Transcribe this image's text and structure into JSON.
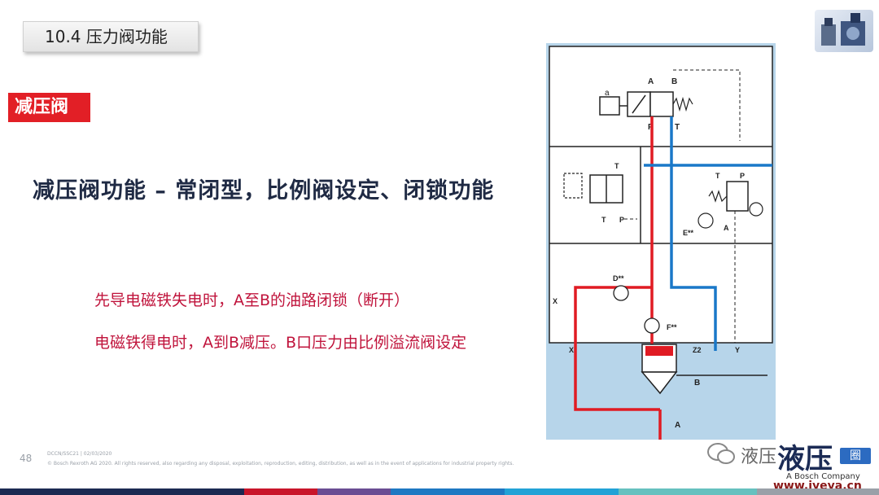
{
  "header": {
    "section_title": "10.4 压力阀功能"
  },
  "slide": {
    "red_label": "减压阀",
    "subtitle": "减压阀功能 – 常闭型，比例阀设定、闭锁功能",
    "note1": "先导电磁铁失电时，A至B的油路闭锁（断开）",
    "note2": "电磁铁得电时，A到B减压。B口压力由比例溢流阀设定"
  },
  "diagram": {
    "ports": [
      "A",
      "B",
      "P",
      "T",
      "a",
      "X",
      "Y",
      "Z2"
    ],
    "labels": {
      "d": "D**",
      "e": "E**",
      "f": "F**"
    },
    "colors": {
      "pressure": "#e01b23",
      "return": "#1a78c8",
      "lines": "#333333",
      "bg": "#ffffff",
      "water": "#b7d5ea"
    }
  },
  "footer": {
    "page_number": "48",
    "line1": "DCCN/SSC21 | 02/03/2020",
    "line2": "© Bosch Rexroth AG 2020. All rights reserved, also regarding any disposal, exploitation, reproduction, editing, distribution, as well as in the event of applications for industrial property rights."
  },
  "watermark": {
    "channel": "液压",
    "big": "液压",
    "badge": "圈",
    "brand_sub": "A Bosch Company",
    "website": "www.iyeya.cn"
  },
  "bottom_bar_colors": [
    "#1b2a52",
    "#c9152a",
    "#6a4c93",
    "#1e78c2",
    "#22a2d6",
    "#66c1bf",
    "#9aa0a8"
  ]
}
